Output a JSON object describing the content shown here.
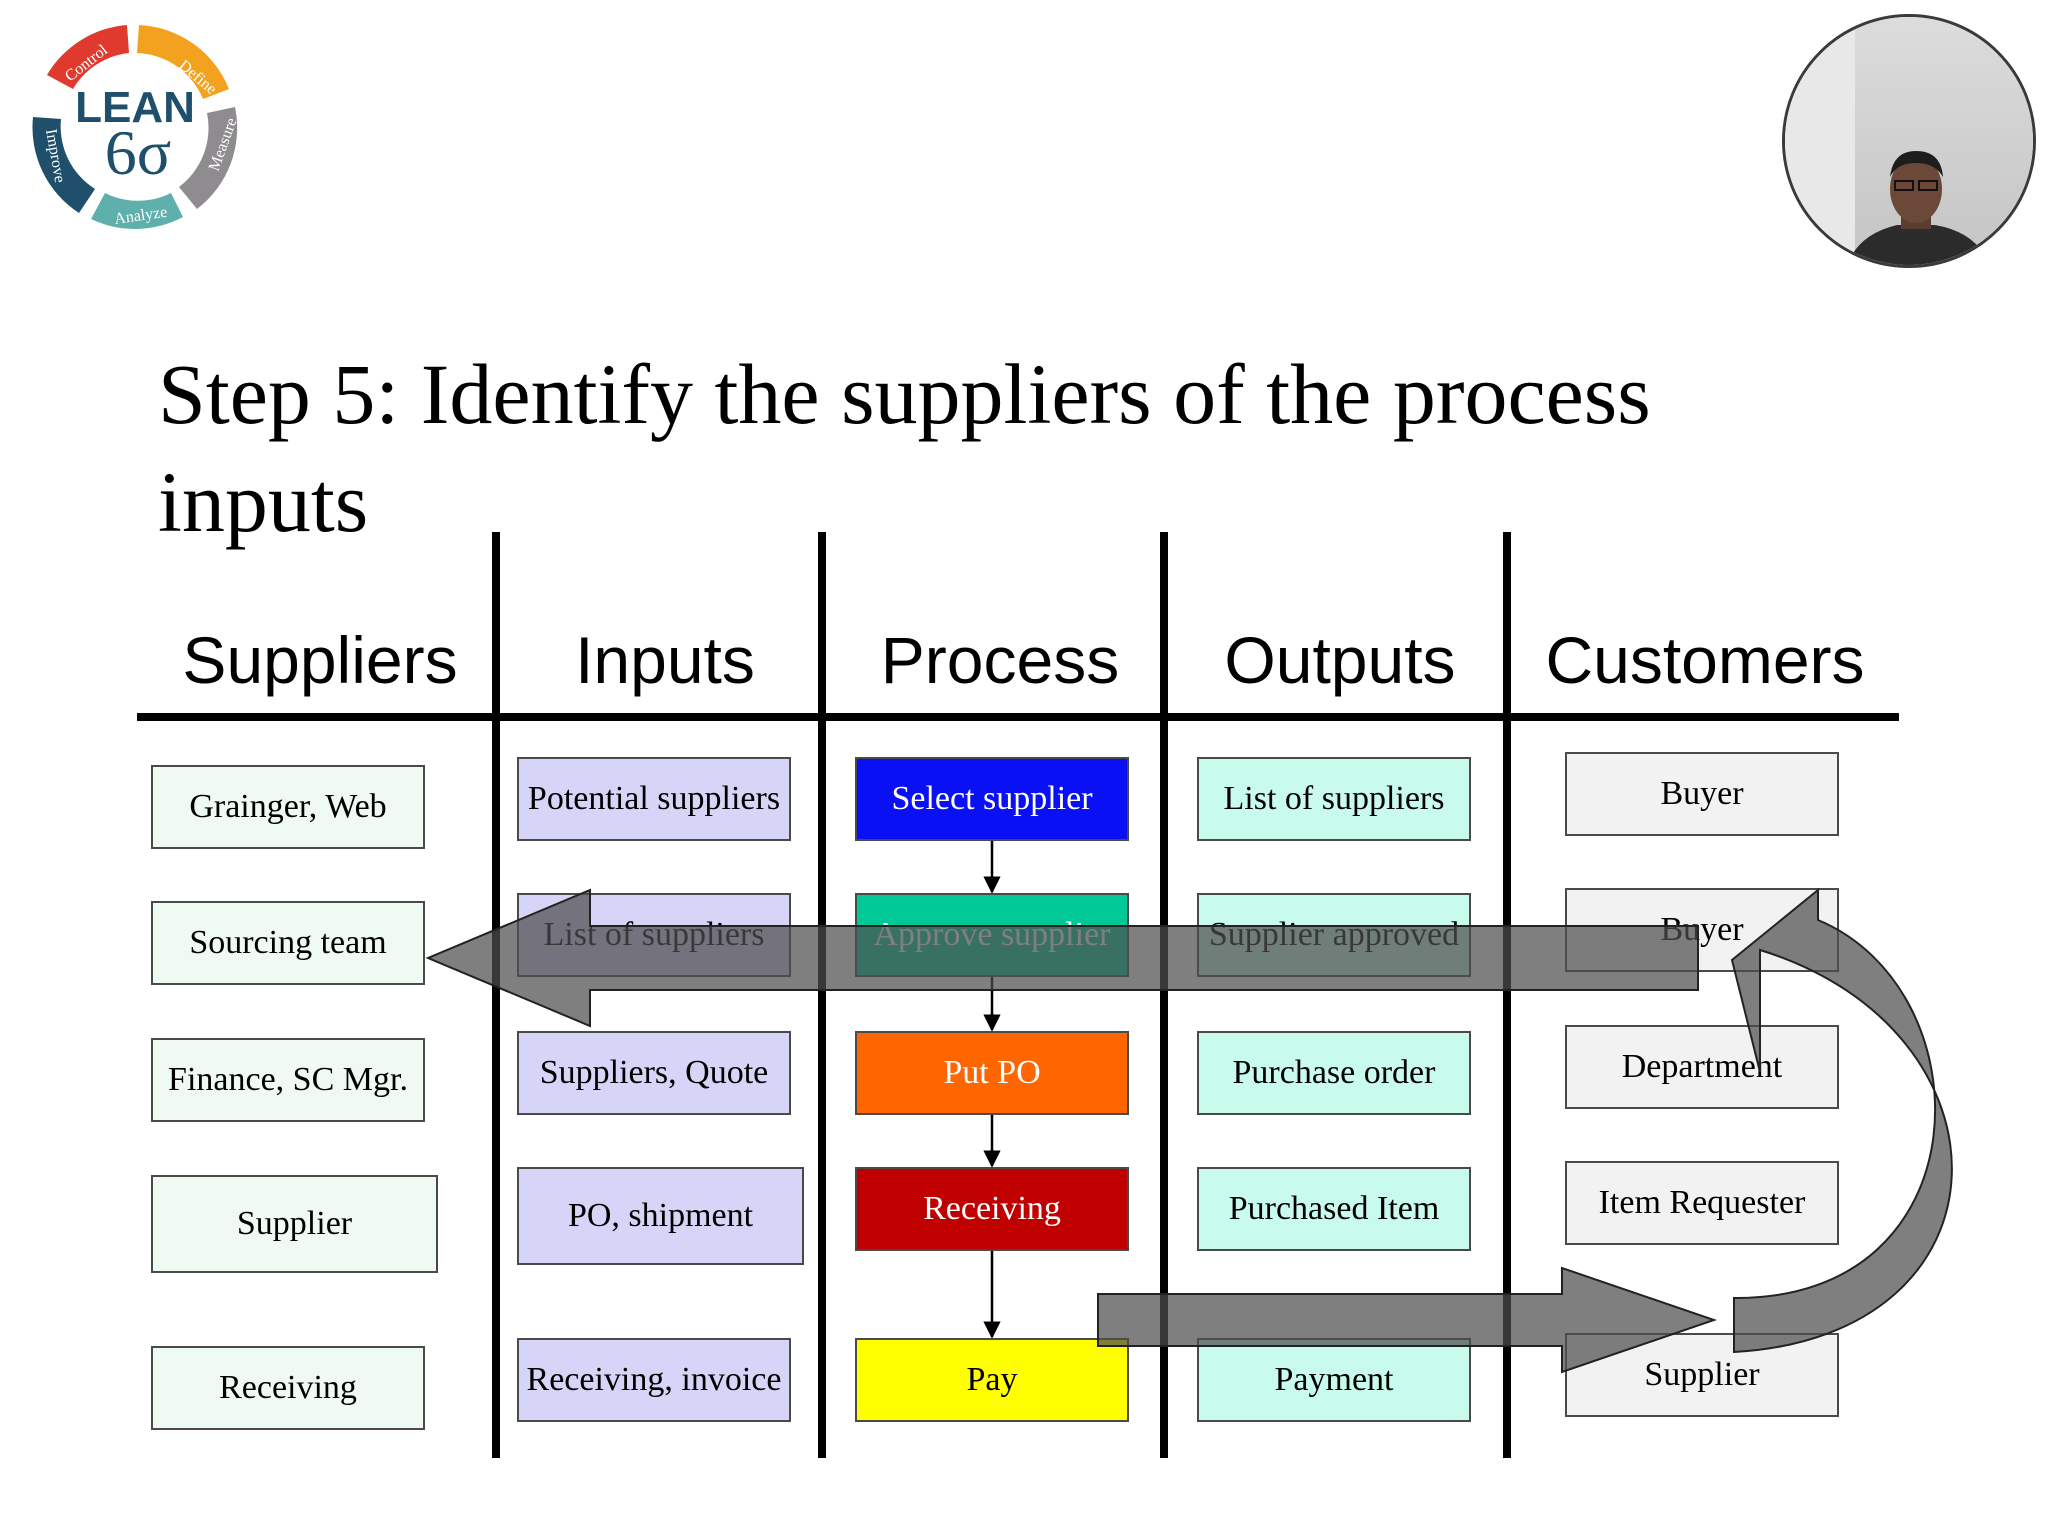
{
  "logo": {
    "brand": "LEAN",
    "symbol": "6σ",
    "cycle": [
      "Define",
      "Measure",
      "Analyze",
      "Improve",
      "Control"
    ]
  },
  "title": "Step 5: Identify the suppliers of the process inputs",
  "headers": {
    "suppliers": "Suppliers",
    "inputs": "Inputs",
    "process": "Process",
    "outputs": "Outputs",
    "customers": "Customers"
  },
  "rows": [
    {
      "supplier": "Grainger, Web",
      "input": "Potential suppliers",
      "process": "Select supplier",
      "output": "List of suppliers",
      "customer": "Buyer"
    },
    {
      "supplier": "Sourcing team",
      "input": "List of suppliers",
      "process": "Approve supplier",
      "output": "Supplier approved",
      "customer": "Buyer"
    },
    {
      "supplier": "Finance, SC Mgr.",
      "input": "Suppliers, Quote",
      "process": "Put PO",
      "output": "Purchase order",
      "customer": "Department"
    },
    {
      "supplier": "Supplier",
      "input": "PO, shipment",
      "process": "Receiving",
      "output": "Purchased Item",
      "customer": "Item Requester"
    },
    {
      "supplier": "Receiving",
      "input": "Receiving, invoice",
      "process": "Pay",
      "output": "Payment",
      "customer": "Supplier"
    }
  ],
  "colors": {
    "process": [
      "#0a10f5",
      "#00c896",
      "#ff6600",
      "#c00000",
      "#ffff00"
    ],
    "arrow": "#646464"
  }
}
